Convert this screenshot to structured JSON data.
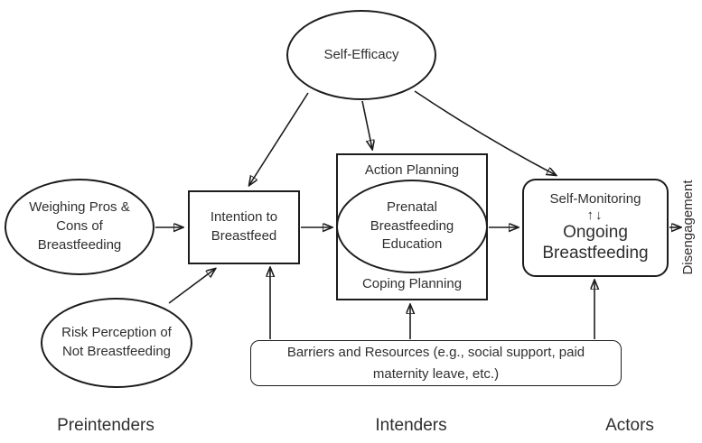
{
  "diagram": {
    "nodes": {
      "self_efficacy": "Self-Efficacy",
      "weighing_pros_cons": [
        "Weighing Pros &",
        "Cons of",
        "Breastfeeding"
      ],
      "risk_perception": [
        "Risk Perception of",
        "Not Breastfeeding"
      ],
      "intention": [
        "Intention to",
        "Breastfeed"
      ],
      "action_planning": "Action Planning",
      "prenatal_education": [
        "Prenatal",
        "Breastfeeding",
        "Education"
      ],
      "coping_planning": "Coping Planning",
      "self_monitoring": "Self-Monitoring",
      "exchange_arrows": "↑↓",
      "ongoing_breastfeeding": [
        "Ongoing",
        "Breastfeeding"
      ],
      "disengagement": "Disengagement",
      "barriers_resources": [
        "Barriers and Resources (e.g., social support, paid",
        "maternity leave, etc.)"
      ]
    },
    "stages": {
      "preintenders": "Preintenders",
      "intenders": "Intenders",
      "actors": "Actors"
    },
    "edges": [
      {
        "from": "Weighing Pros & Cons of Breastfeeding",
        "to": "Intention to Breastfeed"
      },
      {
        "from": "Risk Perception of Not Breastfeeding",
        "to": "Intention to Breastfeed"
      },
      {
        "from": "Self-Efficacy",
        "to": "Intention to Breastfeed"
      },
      {
        "from": "Self-Efficacy",
        "to": "Action Planning"
      },
      {
        "from": "Self-Efficacy",
        "to": "Self-Monitoring / Ongoing Breastfeeding"
      },
      {
        "from": "Intention to Breastfeed",
        "to": "Prenatal Breastfeeding Education"
      },
      {
        "from": "Prenatal Breastfeeding Education",
        "to": "Self-Monitoring / Ongoing Breastfeeding"
      },
      {
        "from": "Self-Monitoring / Ongoing Breastfeeding",
        "to": "Disengagement"
      },
      {
        "from": "Barriers and Resources",
        "to": "Intention to Breastfeed"
      },
      {
        "from": "Barriers and Resources",
        "to": "Coping Planning"
      },
      {
        "from": "Barriers and Resources",
        "to": "Self-Monitoring / Ongoing Breastfeeding"
      }
    ],
    "colors": {
      "stroke": "#1c1c1c",
      "text": "#2f2f2f",
      "background": "#ffffff"
    }
  }
}
